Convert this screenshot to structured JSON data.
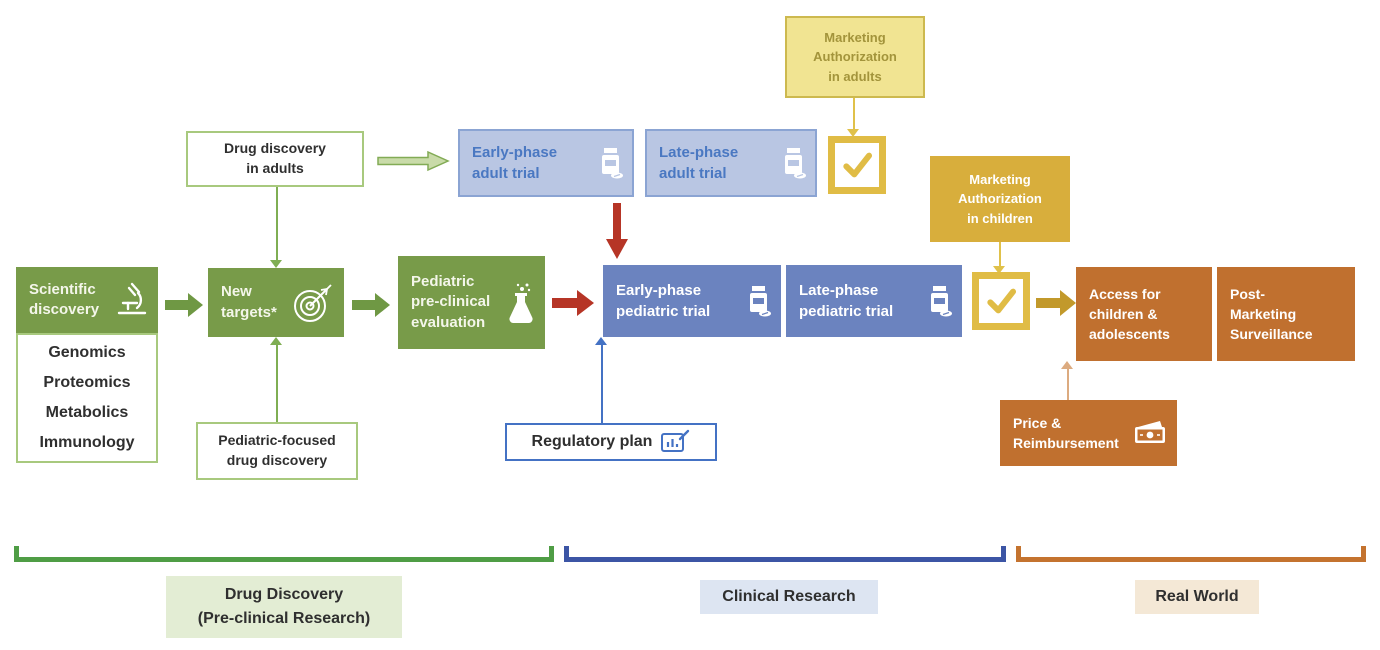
{
  "colors": {
    "green_fill": "#789b49",
    "green_line": "#a8c97e",
    "green_conn": "#7fae53",
    "green_arrow": "#6f9844",
    "green_arrow_light_fill": "#c9dba9",
    "green_arrow_light_stroke": "#82ab55",
    "blue_light_fill": "#b9c6e3",
    "blue_light_border": "#8ba4d3",
    "blue_light_text": "#4a78c2",
    "blue_fill": "#6b83bf",
    "blue_line": "#4472c4",
    "red_arrow": "#b63526",
    "yellow_light_fill": "#f1e492",
    "yellow_light_border": "#cdb94f",
    "yellow_light_text": "#a3943b",
    "gold_fill": "#d8ae3c",
    "gold_line": "#e0c14a",
    "gold_check": "#e0bc45",
    "gold_arrow": "#c2992b",
    "orange_fill": "#c0702f",
    "orange_line": "#dcab80",
    "bracket_green": "#4f9d45",
    "bracket_blue": "#3c55a5",
    "bracket_orange": "#c4732f",
    "label_bg_green": "#e3edd4",
    "label_bg_blue": "#dde5f2",
    "label_bg_tan": "#f4e8d6",
    "text_dark": "#2f2f2f"
  },
  "nodes": {
    "scientific_discovery": {
      "label": "Scientific\ndiscovery",
      "icon": "microscope-icon"
    },
    "omics": {
      "label": "Genomics\nProteomics\nMetabolics\nImmunology"
    },
    "new_targets": {
      "label": "New\ntargets*",
      "icon": "target-icon"
    },
    "drug_discovery_adults": {
      "label": "Drug discovery\nin adults"
    },
    "pediatric_focused": {
      "label": "Pediatric-focused\ndrug discovery"
    },
    "pediatric_preclinical": {
      "label": "Pediatric\npre-clinical\nevaluation",
      "icon": "flask-icon"
    },
    "early_adult_trial": {
      "label": "Early-phase\nadult trial",
      "icon": "pill-bottle-icon"
    },
    "late_adult_trial": {
      "label": "Late-phase\nadult trial",
      "icon": "pill-bottle-icon"
    },
    "marketing_auth_adults": {
      "label": "Marketing\nAuthorization\nin adults"
    },
    "marketing_auth_children": {
      "label": "Marketing\nAuthorization\nin children"
    },
    "early_pediatric_trial": {
      "label": "Early-phase\npediatric trial",
      "icon": "pill-bottle-icon"
    },
    "late_pediatric_trial": {
      "label": "Late-phase\npediatric trial",
      "icon": "pill-bottle-icon"
    },
    "regulatory_plan": {
      "label": "Regulatory plan",
      "icon": "document-chart-icon"
    },
    "access_children": {
      "label": "Access for\nchildren &\nadolescents"
    },
    "post_marketing": {
      "label": "Post-\nMarketing\nSurveillance"
    },
    "price_reimbursement": {
      "label": "Price &\nReimbursement",
      "icon": "wallet-icon"
    }
  },
  "stages": {
    "drug_discovery": {
      "label": "Drug Discovery\n(Pre-clinical Research)"
    },
    "clinical_research": {
      "label": "Clinical Research"
    },
    "real_world": {
      "label": "Real World"
    }
  }
}
